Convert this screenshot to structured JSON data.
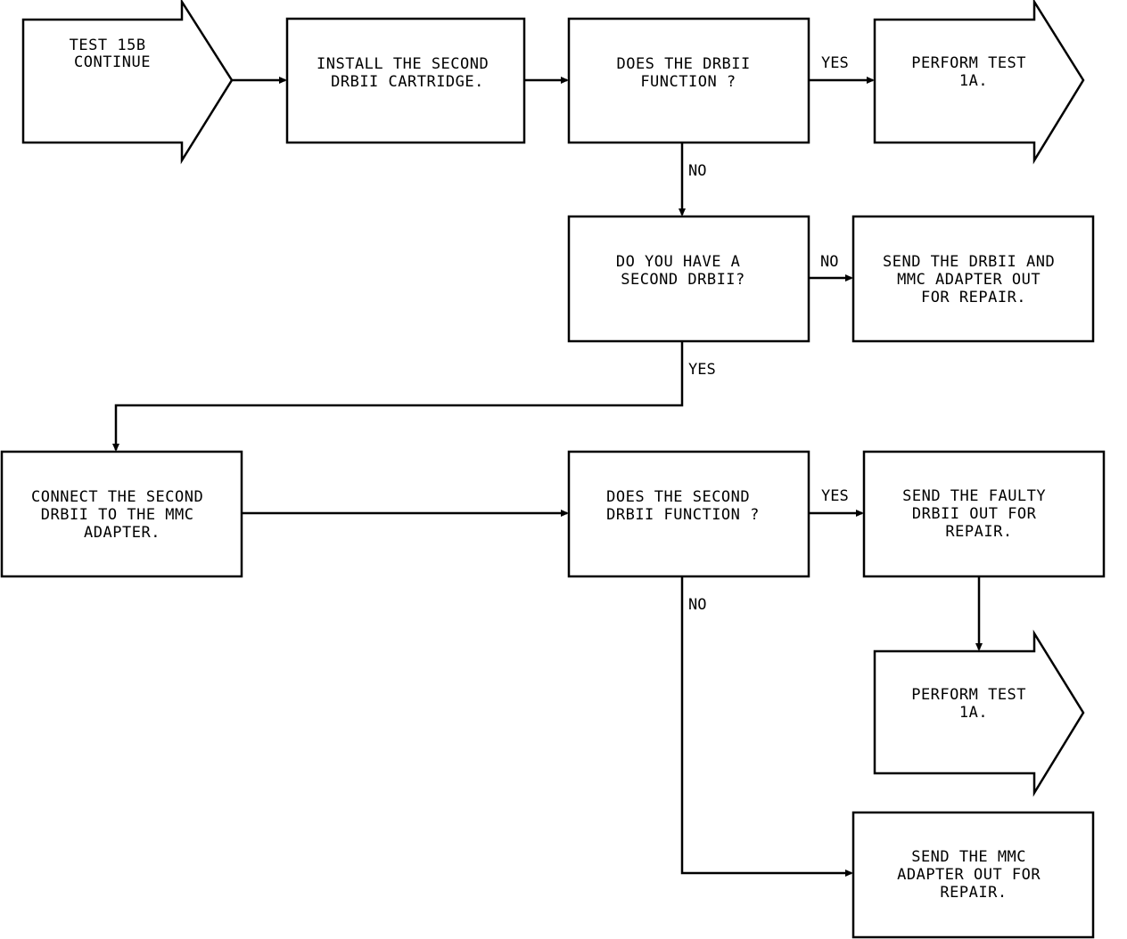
{
  "nodes": {
    "start": {
      "lines": [
        "TEST 15B",
        "CONTINUE"
      ]
    },
    "install": {
      "lines": [
        "INSTALL THE SECOND",
        "DRBII CARTRIDGE."
      ]
    },
    "function1": {
      "lines": [
        "DOES THE DRBII",
        "FUNCTION ?"
      ]
    },
    "perform1": {
      "lines": [
        "PERFORM TEST",
        "1A."
      ]
    },
    "have_second": {
      "lines": [
        "DO YOU HAVE A",
        "SECOND DRBII?"
      ]
    },
    "send_both": {
      "lines": [
        "SEND THE DRBII AND",
        "MMC ADAPTER OUT",
        "FOR REPAIR."
      ]
    },
    "connect": {
      "lines": [
        "CONNECT THE SECOND",
        "DRBII TO THE MMC",
        "ADAPTER."
      ]
    },
    "function2": {
      "lines": [
        "DOES THE SECOND",
        "DRBII FUNCTION ?"
      ]
    },
    "send_faulty": {
      "lines": [
        "SEND THE FAULTY",
        "DRBII OUT FOR",
        "REPAIR."
      ]
    },
    "perform2": {
      "lines": [
        "PERFORM TEST",
        "1A."
      ]
    },
    "send_mmc": {
      "lines": [
        "SEND THE MMC",
        "ADAPTER OUT FOR",
        "REPAIR."
      ]
    }
  },
  "edge_labels": {
    "f1_yes": "YES",
    "f1_no": "NO",
    "have_no": "NO",
    "have_yes": "YES",
    "f2_yes": "YES",
    "f2_no": "NO"
  },
  "colors": {
    "stroke": "#000000",
    "background": "#ffffff"
  }
}
